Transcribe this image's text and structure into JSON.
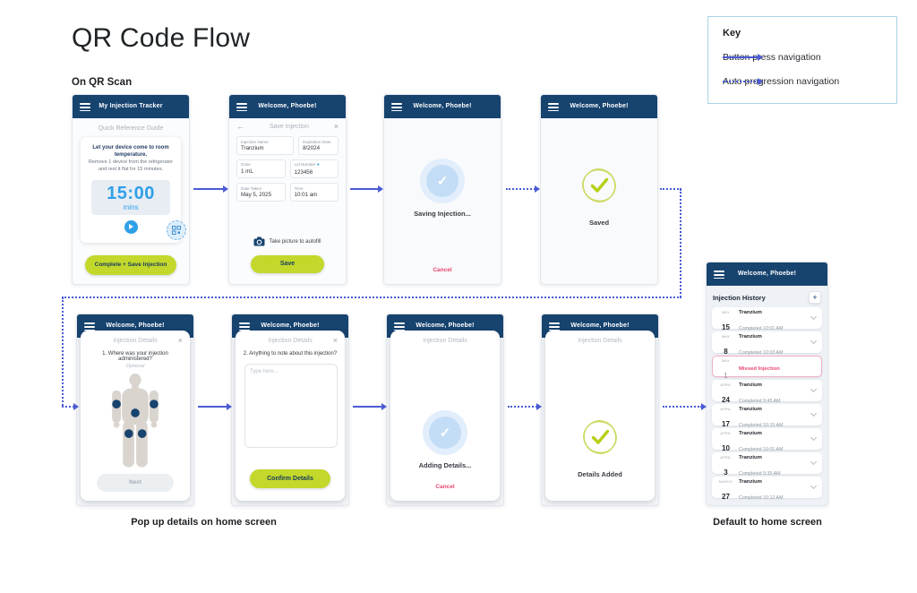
{
  "page": {
    "title": "QR Code Flow",
    "on_qr_scan": "On QR Scan",
    "caption_popup": "Pop up details on home screen",
    "caption_default": "Default to home screen"
  },
  "key": {
    "title": "Key",
    "items": [
      {
        "style": "solid",
        "label": "Button press navigation"
      },
      {
        "style": "dotted",
        "label": "Auto progression navigation"
      }
    ]
  },
  "icons": {
    "check": "✓",
    "back_arrow": "←",
    "close": "×",
    "plus": "+"
  },
  "colors": {
    "header_navy": "#17436f",
    "accent_blue": "#2f9fe8",
    "arrow_blue": "#4a5bd4",
    "cta_green": "#c3d82b",
    "alert_pink": "#e8476f",
    "badge_green": "#c9d95b"
  },
  "screens": {
    "s1": {
      "header": "My Injection Tracker",
      "guide_title": "Quick Reference Guide",
      "instruction_bold": "Let your device come to room temperature.",
      "instruction_text": "Remove 1 device from the refrigerator and rest it flat for 15 minutes.",
      "timer_value": "15:00",
      "timer_unit": "mins",
      "cta": "Complete + Save Injection"
    },
    "s2": {
      "header": "Welcome, Phoebe!",
      "nav_title": "Save Injection",
      "fields": [
        {
          "label": "Injection Name",
          "value": "Tranzium"
        },
        {
          "label": "Expiration Date",
          "value": "8/2024"
        },
        {
          "label": "Dose",
          "value": "1 mL"
        },
        {
          "label": "Lot Number",
          "value": "123456"
        },
        {
          "label": "Date Taken",
          "value": "May 5, 2025"
        },
        {
          "label": "Time",
          "value": "10:01 am"
        }
      ],
      "autofill_label": "Take picture to autofill",
      "cta": "Save"
    },
    "s3": {
      "header": "Welcome, Phoebe!",
      "status": "Saving Injection...",
      "cancel": "Cancel"
    },
    "s4": {
      "header": "Welcome, Phoebe!",
      "status": "Saved"
    },
    "d1": {
      "header": "Welcome, Phoebe!",
      "modal_title": "Injection Details",
      "question": "1. Where was your injection administered?",
      "optional": "Optional",
      "cta": "Next"
    },
    "d2": {
      "header": "Welcome, Phoebe!",
      "modal_title": "Injection Details",
      "question": "2. Anything to note about this injection?",
      "placeholder": "Type here...",
      "cta": "Confirm Details"
    },
    "d3": {
      "header": "Welcome, Phoebe!",
      "modal_title": "Injection Details",
      "status": "Adding Details...",
      "cancel": "Cancel"
    },
    "d4": {
      "header": "Welcome, Phoebe!",
      "modal_title": "Injection Details",
      "status": "Details Added"
    },
    "home": {
      "header": "Welcome, Phoebe!",
      "list_title": "Injection History",
      "entries": [
        {
          "month": "MAY",
          "day": "15",
          "name": "Tranzium",
          "status": "Completed 10:01 AM"
        },
        {
          "month": "MAY",
          "day": "8",
          "name": "Tranzium",
          "status": "Completed 10:03 AM"
        },
        {
          "month": "MAY",
          "day": "1",
          "name": "Missed Injection",
          "status": ""
        },
        {
          "month": "APRIL",
          "day": "24",
          "name": "Tranzium",
          "status": "Completed 9:45 AM"
        },
        {
          "month": "APRIL",
          "day": "17",
          "name": "Tranzium",
          "status": "Completed 10:15 AM"
        },
        {
          "month": "APRIL",
          "day": "10",
          "name": "Tranzium",
          "status": "Completed 10:01 AM"
        },
        {
          "month": "APRIL",
          "day": "3",
          "name": "Tranzium",
          "status": "Completed 9:35 AM"
        },
        {
          "month": "MARCH",
          "day": "27",
          "name": "Tranzium",
          "status": "Completed 10:12 AM"
        }
      ]
    }
  }
}
